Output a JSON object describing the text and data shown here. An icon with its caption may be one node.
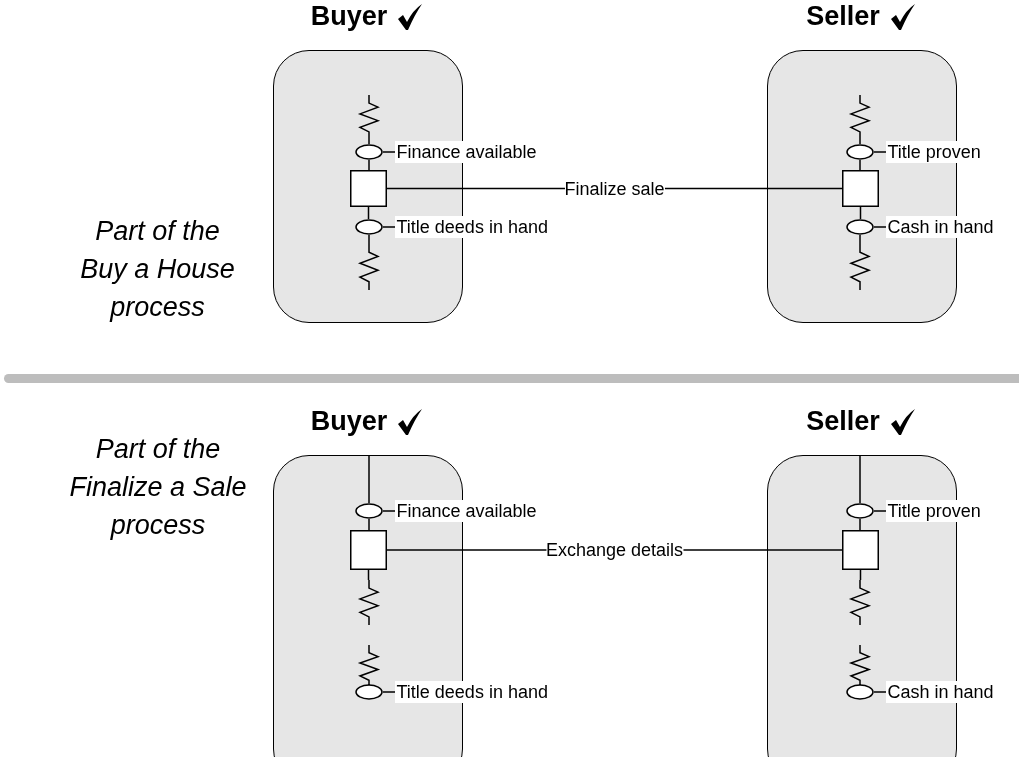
{
  "diagram": {
    "nodes": [
      {
        "text": [
          "Buyer"
        ]
      },
      {
        "text": [],
        "shape": "zigzag",
        "in": 0
      },
      {
        "text": [],
        "shape": "ellipse",
        "in": 0,
        "beside": [
          "Finance available"
        ]
      },
      {
        "text": [],
        "shape": "box",
        "in": 0
      },
      {
        "text": [],
        "shape": "ellipse",
        "in": 0,
        "beside": [
          "Title deeds in hand"
        ]
      },
      {
        "text": [],
        "shape": "zigzag",
        "in": 0
      },
      {
        "text": [
          "Seller"
        ]
      },
      {
        "text": [],
        "shape": "zigzag",
        "in": 6
      },
      {
        "text": [],
        "shape": "ellipse",
        "in": 6,
        "beside": [
          "Title proven"
        ]
      },
      {
        "text": [],
        "shape": "box",
        "in": 6
      },
      {
        "text": [],
        "shape": "ellipse",
        "in": 6,
        "beside": [
          "Cash in hand"
        ]
      },
      {
        "text": [],
        "shape": "zigzag",
        "in": 6
      },
      {
        "text": [
          "Buyer"
        ]
      },
      {
        "text": [],
        "shape": "ellipse",
        "in": 12,
        "beside": [
          "Finance available"
        ]
      },
      {
        "text": [],
        "shape": "box",
        "in": 12
      },
      {
        "text": [],
        "shape": "zigzag",
        "in": 12
      },
      {
        "text": [],
        "shape": "zigzag",
        "in": 12
      },
      {
        "text": [],
        "shape": "ellipse",
        "in": 12,
        "beside": [
          "Title deeds in hand"
        ]
      },
      {
        "text": [
          "Seller"
        ]
      },
      {
        "text": [],
        "shape": "ellipse",
        "in": 18,
        "beside": [
          "Title proven"
        ]
      },
      {
        "text": [],
        "shape": "box",
        "in": 18
      },
      {
        "text": [],
        "shape": "zigzag",
        "in": 18
      },
      {
        "text": [],
        "shape": "zigzag",
        "in": 18
      },
      {
        "text": [],
        "shape": "ellipse",
        "in": 18,
        "beside": [
          "Cash in hand"
        ]
      }
    ],
    "edges": [
      {
        "from": 1,
        "to": 2,
        "arrow": "none"
      },
      {
        "from": 2,
        "to": 3,
        "arrow": "none"
      },
      {
        "from": 3,
        "to": 4,
        "arrow": "none"
      },
      {
        "from": 4,
        "to": 5,
        "arrow": "none"
      },
      {
        "from": 7,
        "to": 8,
        "arrow": "none"
      },
      {
        "from": 8,
        "to": 9,
        "arrow": "none"
      },
      {
        "from": 9,
        "to": 10,
        "arrow": "none"
      },
      {
        "from": 10,
        "to": 11,
        "arrow": "none"
      },
      {
        "from": 3,
        "to": 9,
        "arrow": "none",
        "label": "Finalize sale"
      },
      {
        "from": null,
        "to": 13,
        "arrow": "none"
      },
      {
        "from": 13,
        "to": 14,
        "arrow": "none"
      },
      {
        "from": 14,
        "to": 15,
        "arrow": "none"
      },
      {
        "from": 16,
        "to": 17,
        "arrow": "none"
      },
      {
        "from": 14,
        "to": 20,
        "arrow": "none",
        "label": "Exchange details"
      },
      {
        "from": null,
        "to": 19,
        "arrow": "none"
      },
      {
        "from": 19,
        "to": 20,
        "arrow": "none"
      },
      {
        "from": 20,
        "to": 21,
        "arrow": "none"
      },
      {
        "from": 22,
        "to": 23,
        "arrow": "none"
      }
    ],
    "labels": [
      "Part of the Buy a House process",
      "Part of the Finalize a Sale process"
    ]
  }
}
